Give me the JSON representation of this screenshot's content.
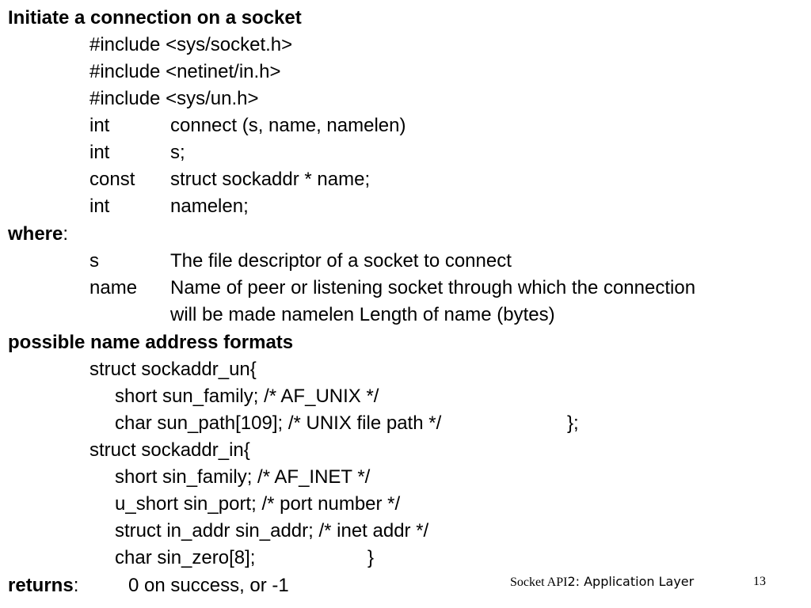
{
  "heading_connect": "Initiate a connection on a socket",
  "includes": [
    "#include <sys/socket.h>",
    "#include <netinet/in.h>",
    "#include <sys/un.h>"
  ],
  "signature": [
    {
      "type": "int",
      "decl": "connect (s, name, namelen)"
    },
    {
      "type": "int",
      "decl": "s;"
    },
    {
      "type": "const",
      "decl": "struct sockaddr * name;"
    },
    {
      "type": "int",
      "decl": "namelen;"
    }
  ],
  "where": {
    "label": "where",
    "colon": ":",
    "params": [
      {
        "name": "s",
        "desc": "The file descriptor of a socket to connect"
      },
      {
        "name": "name",
        "desc": "Name of peer or listening socket through which the connection",
        "desc_cont": "will be made namelen  Length of name  (bytes)"
      }
    ]
  },
  "formats": {
    "heading": "possible name address formats",
    "sockaddr_un": {
      "open": "struct sockaddr_un{",
      "fields": [
        "short sun_family; /* AF_UNIX */",
        "char sun_path[109]; /* UNIX file path */"
      ],
      "close": "};"
    },
    "sockaddr_in": {
      "open": "struct sockaddr_in{",
      "fields": [
        "short sin_family; /* AF_INET */",
        "u_short sin_port; /* port number */",
        "struct in_addr sin_addr; /* inet addr */",
        "char sin_zero[8];"
      ],
      "close": "}"
    }
  },
  "returns": {
    "label": "returns",
    "colon": ":",
    "value": "0 on success, or -1"
  },
  "footer": {
    "prefix": "Socket API",
    "suffix": "2: Application Layer",
    "page": "13"
  }
}
